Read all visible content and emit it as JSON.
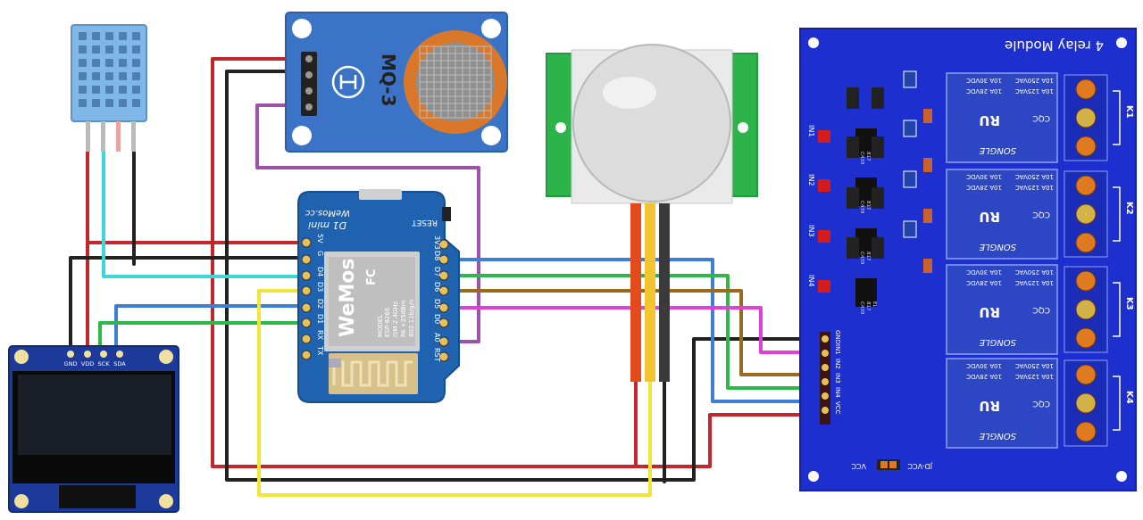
{
  "relay_module": {
    "title": "4 relay Module",
    "relay_labels": [
      "K1",
      "K2",
      "K3",
      "K4"
    ],
    "relay_lines": [
      "10A 30VDC",
      "10A 28VDC",
      "10A 250VAC",
      "10A 125VAC"
    ],
    "relay_brand": "SONGLE",
    "relay_marks": [
      "CQC",
      "RU"
    ],
    "input_labels": [
      "IN1",
      "IN2",
      "IN3",
      "IN4"
    ],
    "header_pins": [
      "GND",
      "IN1",
      "IN2",
      "IN3",
      "IN4",
      "VCC"
    ],
    "vcc_label": "VCC",
    "jdvcc_label": "JD-VCC",
    "optocoupler_text": [
      "EL",
      "817",
      "C439"
    ]
  },
  "d1_mini": {
    "brand": "WeMos.cc",
    "model": "D1 mini",
    "reset_label": "RESET",
    "left_pins": [
      "5V",
      "G",
      "D4",
      "D3",
      "D2",
      "D1",
      "RX",
      "TX"
    ],
    "right_pins": [
      "3V3",
      "D8",
      "D7",
      "D6",
      "D5",
      "D0",
      "A0",
      "RST"
    ],
    "chip_logo": "WeMos",
    "chip_lines": [
      "ESP-8266",
      "ISM 2.4GHz",
      "PA +25dBm",
      "802.11b/g/n"
    ],
    "chip_model": "MODEL",
    "cert": "FC"
  },
  "mq3": {
    "label": "MQ-3"
  },
  "oled": {
    "pins": [
      "GND",
      "VDD",
      "SCK",
      "SDA"
    ]
  },
  "colors": {
    "relay_board": "#1e2fd0",
    "d1_board": "#1f63b0",
    "mq3_board": "#3b73c7",
    "dht_body": "#7fb8e6",
    "oled_board": "#1c3a9a",
    "wire_red": "#c1272d",
    "wire_black": "#222222",
    "wire_cyan": "#3ed6d6",
    "wire_blue": "#3d7fd6",
    "wire_green": "#2fb84a",
    "wire_brown": "#9a6b1d",
    "wire_magenta": "#e040d8",
    "wire_purple": "#9b52a8",
    "wire_yellow": "#f2e53a",
    "wire_orange": "#f07a1a"
  }
}
